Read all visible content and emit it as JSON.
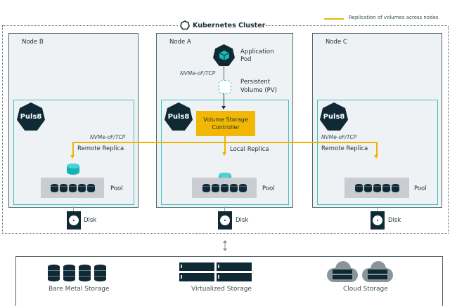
{
  "legend": {
    "label": "Replication of volumes across nodes",
    "color": "#f0b400"
  },
  "cluster": {
    "title": "Kubernetes Cluster",
    "icon": "kubernetes-icon"
  },
  "nodes": {
    "node_b": {
      "label": "Node B",
      "protocol": "NVMe-oF/TCP",
      "replica_label": "Remote Replica",
      "pool_label": "Pool",
      "disk_label": "Disk",
      "logo": "Puls8"
    },
    "node_a": {
      "label": "Node A",
      "pod_label_1": "Application",
      "pod_label_2": "Pod",
      "protocol": "NVMe-oF/TCP",
      "pv_label_1": "Persistent",
      "pv_label_2": "Volume (PV)",
      "controller_1": "Volume Storage",
      "controller_2": "Controller",
      "replica_label": "Local Replica",
      "pool_label": "Pool",
      "disk_label": "Disk",
      "logo": "Puls8"
    },
    "node_c": {
      "label": "Node C",
      "protocol": "NVMe-oF/TCP",
      "replica_label": "Remote Replica",
      "pool_label": "Pool",
      "disk_label": "Disk",
      "logo": "Puls8"
    }
  },
  "storage": {
    "bare_metal": "Bare Metal Storage",
    "virtualized": "Virtualized Storage",
    "cloud": "Cloud Storage"
  },
  "colors": {
    "accent_teal": "#3ec1c0",
    "controller_yellow": "#f2b705",
    "dark": "#0f2a35"
  }
}
